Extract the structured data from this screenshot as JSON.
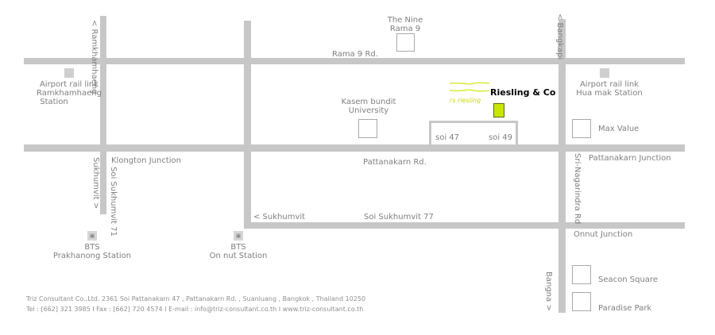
{
  "roads": {
    "rama9": "Rama 9 Rd.",
    "pattanakarn": "Pattanakarn Rd.",
    "soi_sukhumvit_77": "Soi Sukhumvit 77",
    "sukhumvit_left": "< Sukhumvit",
    "ramkhamhaeng": "< Ramkhamhaeng",
    "bangkapi": "< Bangkapi",
    "sukhumvit_vertical": "Sukhumvit >",
    "soi_sukhumvit_71": "Soi Sukhumvit 71",
    "srinagarindra": "Sri-Nagarindra Rd",
    "bangna": "Bangna >"
  },
  "places": {
    "the_nine": "The Nine",
    "rama_9": "Rama 9",
    "airport_ramkhamhaeng_1": "Airport rail link",
    "airport_ramkhamhaeng_2": "Ramkhamhaeng",
    "airport_ramkhamhaeng_3": "Station",
    "airport_huamak_1": "Airport rail link",
    "airport_huamak_2": "Hua mak Station",
    "kasem_1": "Kasem bundit",
    "kasem_2": "University",
    "max_value": "Max Value",
    "klongton": "Klongton Junction",
    "pattanakarn_junction": "Pattanakarn Junction",
    "onnut_junction": "Onnut Junction",
    "seacon": "Seacon Square",
    "paradise": "Paradise Park",
    "bts_prakhanong_1": "BTS",
    "bts_prakhanong_2": "Prakhanong Station",
    "bts_onnut_1": "BTS",
    "bts_onnut_2": "On nut Station",
    "soi47": "soi 47",
    "soi49": "soi 49"
  },
  "brand": {
    "name": "Riesling & Co",
    "logo_text": "rs riesling"
  },
  "footer": {
    "line1": "Triz Consultant Co.,Ltd. 2361 Soi Pattanakarn 47 , Pattanakarn Rd. , Suanluang , Bangkok , Thailand 10250",
    "line2": "Tel : [662] 321 3985  I  Fax : [662] 720 4574  I  E-mail : info@triz-consultant.co.th  I  www.triz-consultant.co.th"
  },
  "colors": {
    "road": "#c7c7c7",
    "label": "#7f7f7f",
    "marker": "#c8e600"
  }
}
